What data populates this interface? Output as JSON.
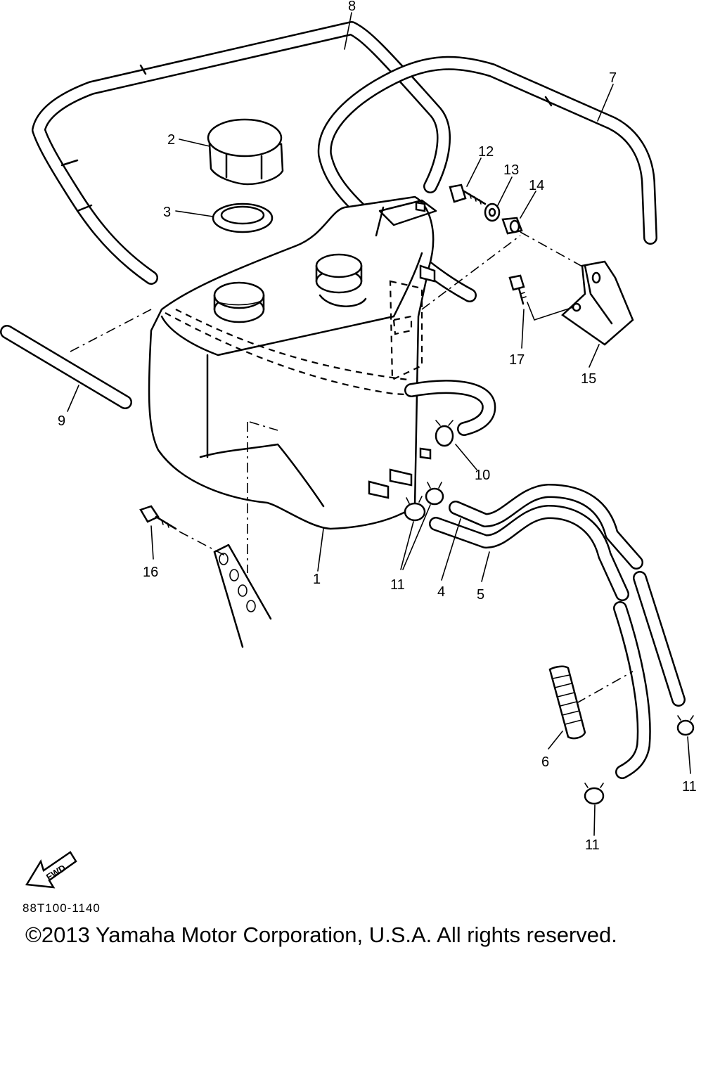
{
  "callouts": {
    "n1": "1",
    "n2": "2",
    "n3": "3",
    "n4": "4",
    "n5": "5",
    "n6": "6",
    "n7": "7",
    "n8": "8",
    "n9": "9",
    "n10": "10",
    "n11a": "11",
    "n11b": "11",
    "n11c": "11",
    "n12": "12",
    "n13": "13",
    "n14": "14",
    "n15": "15",
    "n16": "16",
    "n17": "17"
  },
  "fwd_label": "FWD",
  "reference_code": "88T100-1140",
  "copyright": "©2013 Yamaha Motor Corporation, U.S.A. All rights reserved."
}
